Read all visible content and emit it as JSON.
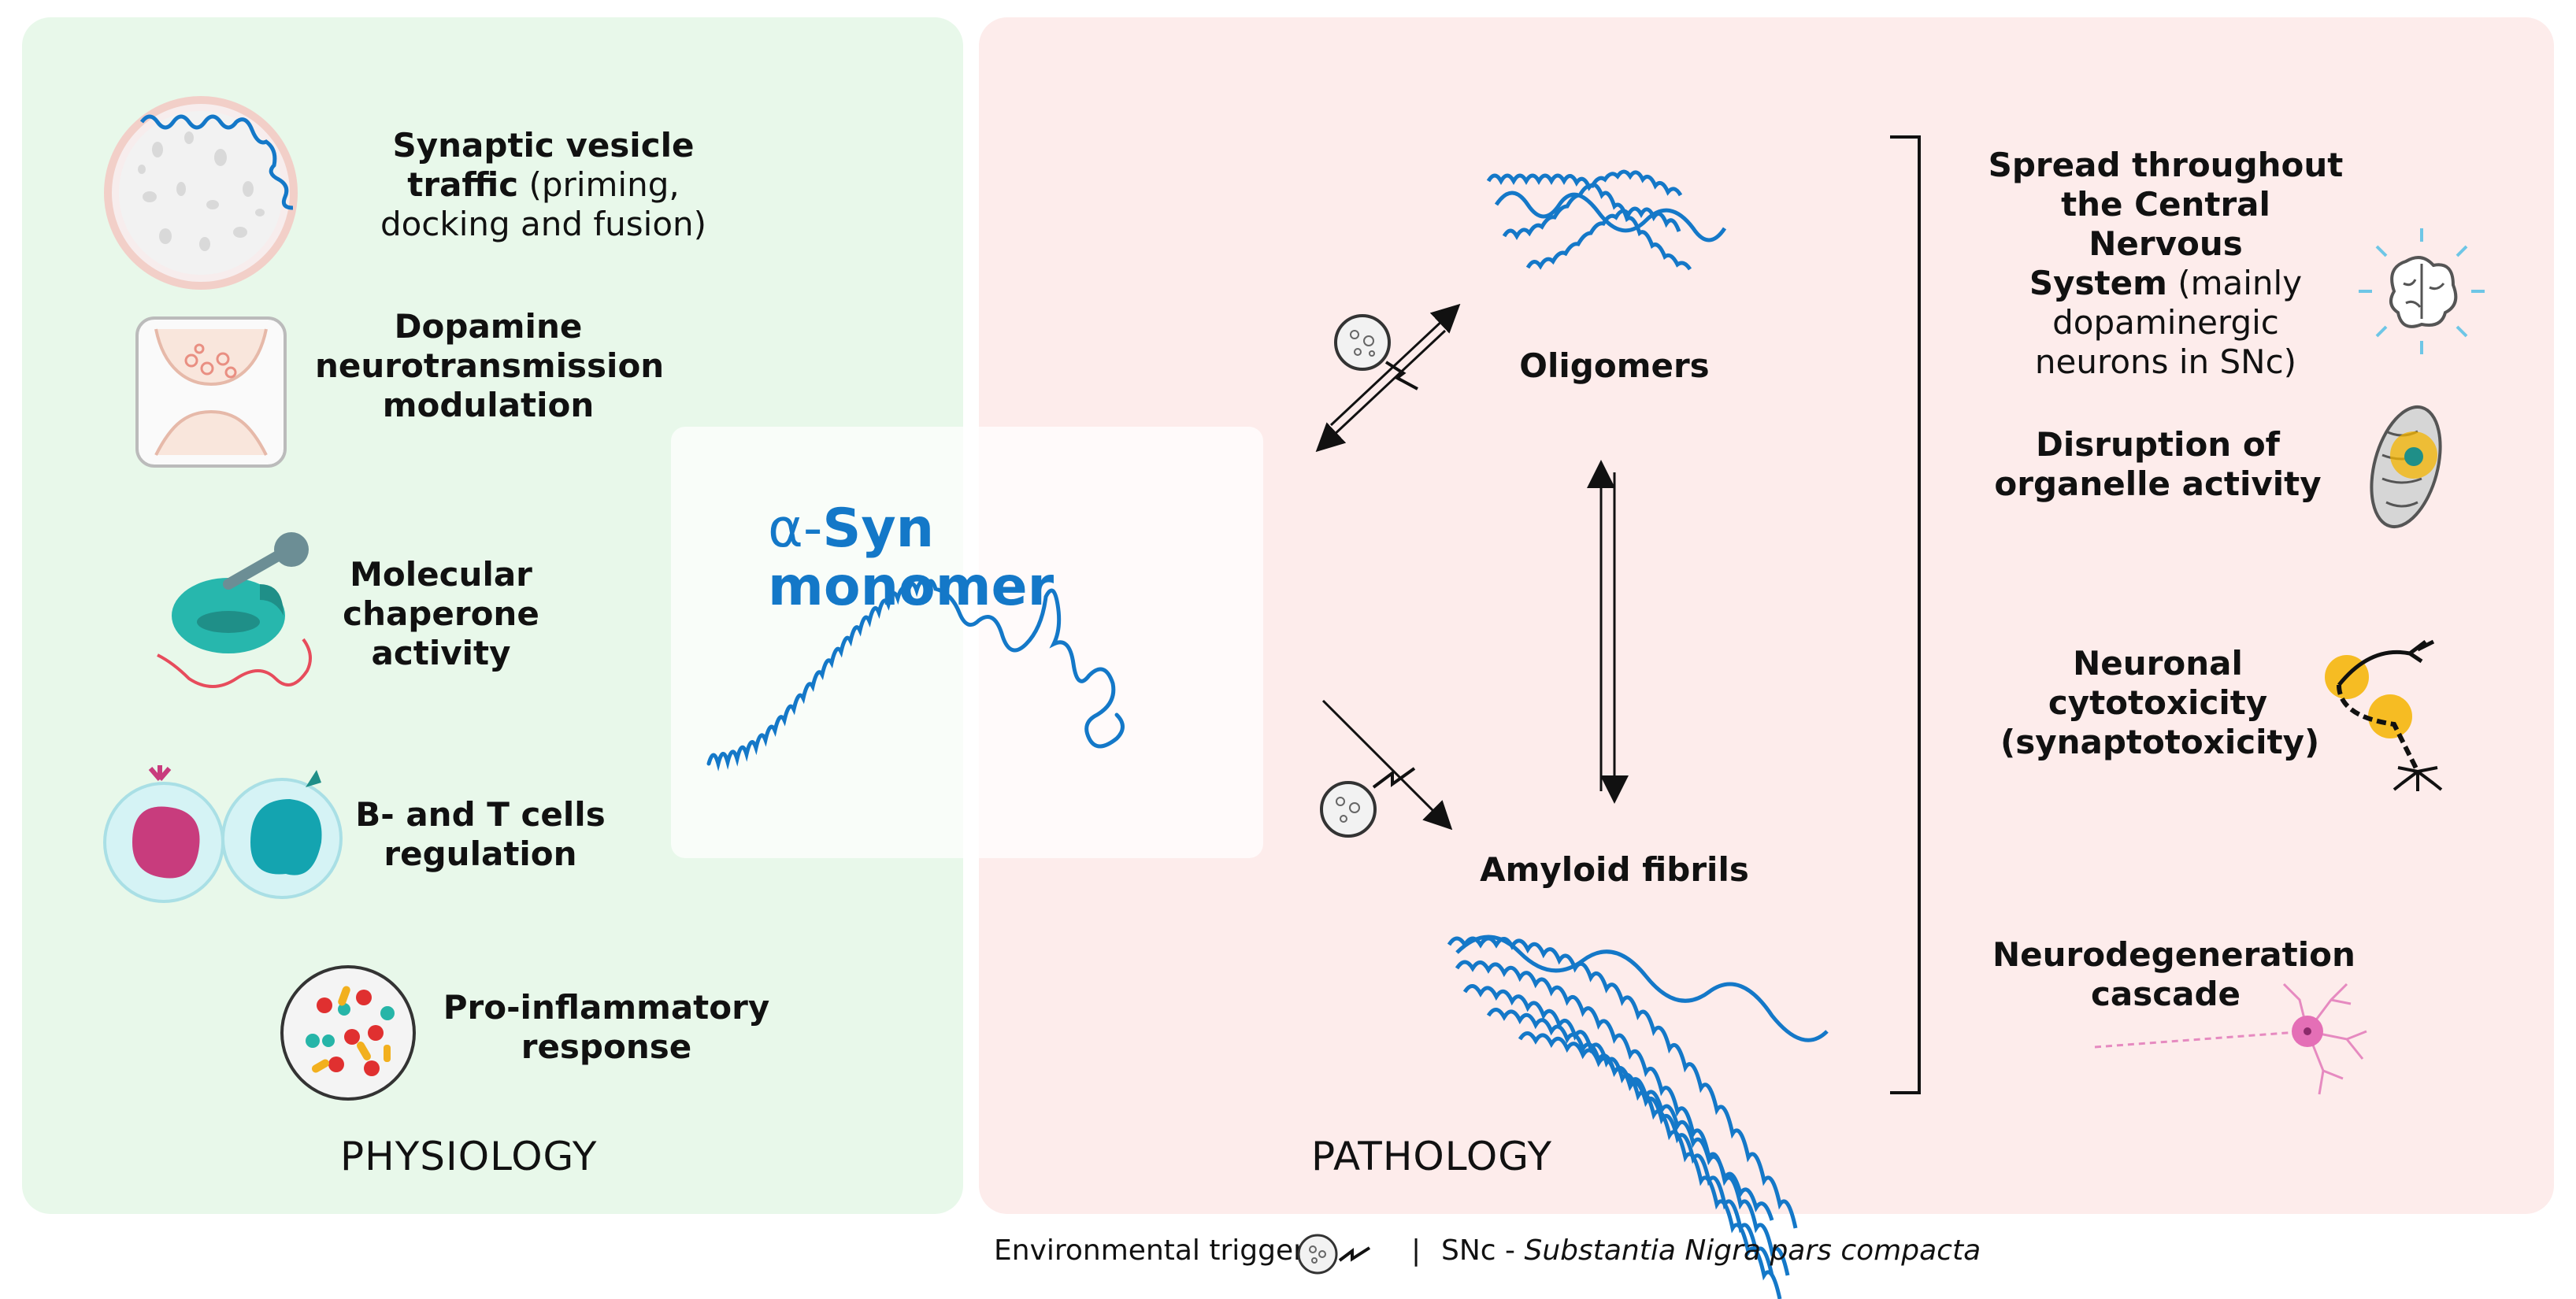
{
  "physiology": {
    "section_label": "PHYSIOLOGY",
    "items": [
      {
        "bold": "Synaptic vesicle",
        "bold2": "traffic",
        "rest": "(priming,",
        "rest2": "docking and fusion)"
      },
      {
        "line1": "Dopamine",
        "line2": "neurotransmission",
        "line3": "modulation"
      },
      {
        "line1": "Molecular",
        "line2": "chaperone",
        "line3": "activity"
      },
      {
        "line1": "B- and T cells",
        "line2": "regulation"
      },
      {
        "line1": "Pro-inflammatory",
        "line2": "response"
      }
    ]
  },
  "monomer": {
    "alpha": "α-",
    "syn": "Syn",
    "line2": "monomer"
  },
  "pathology": {
    "section_label": "PATHOLOGY",
    "oligomers": "Oligomers",
    "fibrils": "Amyloid fibrils",
    "outcomes": [
      {
        "bold1": "Spread throughout",
        "bold2": "the Central Nervous",
        "bold3": "System",
        "rest": "(mainly",
        "rest2": "dopaminergic",
        "rest3": "neurons in SNc)"
      },
      {
        "line1": "Disruption of",
        "line2": "organelle activity"
      },
      {
        "line1": "Neuronal",
        "line2": "cytotoxicity",
        "line3": "(synaptotoxicity)"
      },
      {
        "line1": "Neurodegeneration",
        "line2": "cascade"
      }
    ]
  },
  "footer": {
    "trigger": "Environmental trigger",
    "sep": "|",
    "snc": "SNc -",
    "snc_full": "Substantia Nigra pars compacta"
  },
  "colors": {
    "physiology_bg": "#e8f8ea",
    "pathology_bg": "#fdeceb",
    "protein_blue": "#1478c8"
  }
}
